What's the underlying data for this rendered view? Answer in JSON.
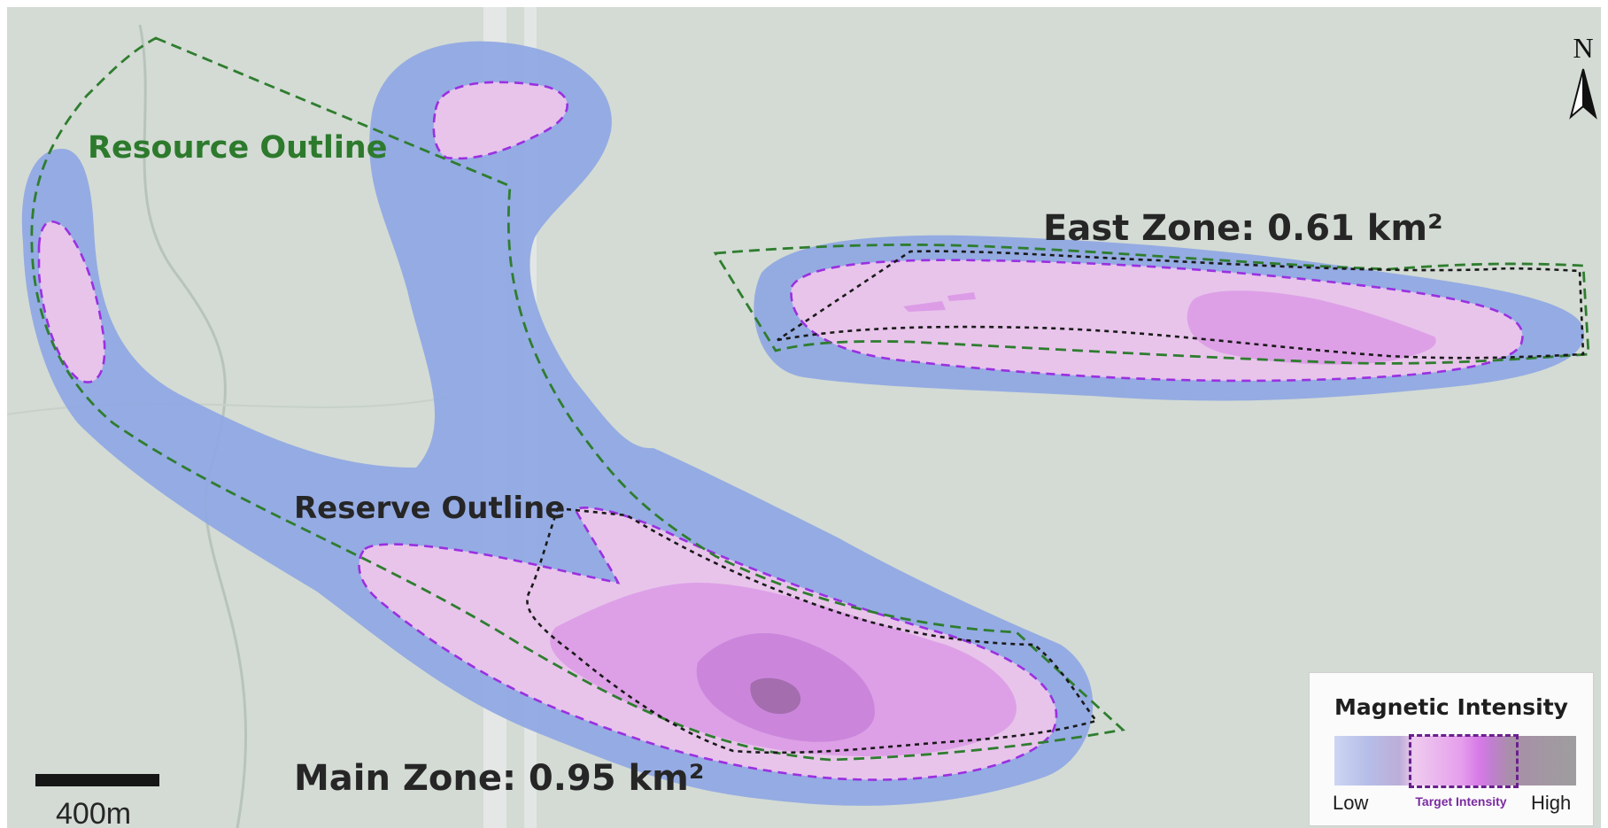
{
  "labels": {
    "resource_outline": "Resource Outline",
    "reserve_outline": "Reserve Outline",
    "east_zone": "East Zone: 0.61 km²",
    "main_zone": "Main Zone: 0.95 km²"
  },
  "scale_bar": {
    "label": "400m"
  },
  "north_arrow": {
    "label": "N"
  },
  "legend": {
    "title": "Magnetic Intensity",
    "low_label": "Low",
    "target_label": "Target Intensity",
    "high_label": "High"
  },
  "colors": {
    "resource_outline": "#2f7d2f",
    "reserve_outline": "#1a1a1a",
    "target_outline": "#8a2be2",
    "low_intensity": "#8fa8e6",
    "target_intensity": "#e8b6ea",
    "high_intensity": "#c06fd8"
  }
}
